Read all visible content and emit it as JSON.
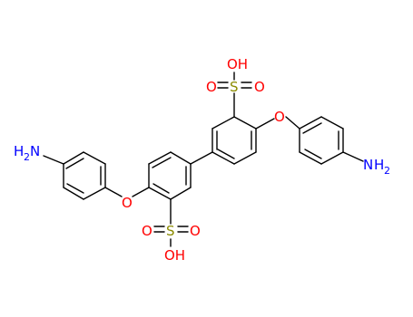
{
  "colors": {
    "bond": "#000000",
    "oxygen": "#ff0000",
    "nitrogen": "#0000ff",
    "sulfur": "#8b8b00"
  },
  "labels": {
    "left_sulfonic": {
      "s": "S",
      "o_top": "O",
      "o_right": "O",
      "oh": "OH"
    },
    "right_sulfonic": {
      "s": "S",
      "o_left": "O",
      "o_right": "O",
      "oh": "OH"
    },
    "left_ether_o": "O",
    "right_ether_o": "O",
    "left_amine": {
      "main": "H",
      "sub": "2",
      "n": "N"
    },
    "right_amine": {
      "n": "N",
      "h": "H",
      "sub": "2"
    }
  }
}
